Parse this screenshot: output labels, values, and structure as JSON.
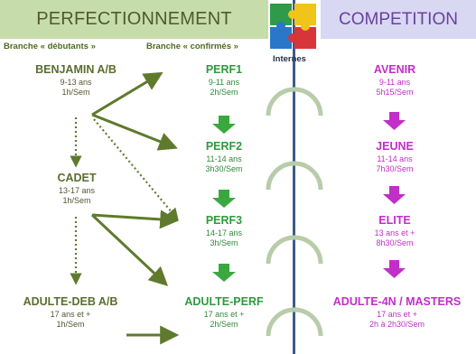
{
  "header": {
    "left_title": "PERFECTIONNEMENT",
    "right_title": "COMPETITION"
  },
  "branches": {
    "beginners": "Branche « débutants »",
    "confirmed": "Branche « confirmés »"
  },
  "logo": {
    "label": "Internes",
    "icon": "puzzle-icon"
  },
  "beginners": [
    {
      "title": "BENJAMIN A/B",
      "age": "9-13 ans",
      "hours": "1h/Sem"
    },
    {
      "title": "CADET",
      "age": "13-17 ans",
      "hours": "1h/Sem"
    },
    {
      "title": "ADULTE-DEB A/B",
      "age": "17 ans et +",
      "hours": "1h/Sem"
    }
  ],
  "confirmed": [
    {
      "title": "PERF1",
      "age": "9-11 ans",
      "hours": "2h/Sem"
    },
    {
      "title": "PERF2",
      "age": "11-14 ans",
      "hours": "3h30/Sem"
    },
    {
      "title": "PERF3",
      "age": "14-17 ans",
      "hours": "3h/Sem"
    },
    {
      "title": "ADULTE-PERF",
      "age": "17 ans et +",
      "hours": "2h/Sem"
    }
  ],
  "competition": [
    {
      "title": "AVENIR",
      "age": "9-11 ans",
      "hours": "5h15/Sem"
    },
    {
      "title": "JEUNE",
      "age": "11-14 ans",
      "hours": "7h30/Sem"
    },
    {
      "title": "ELITE",
      "age": "13 ans et +",
      "hours": "8h30/Sem"
    },
    {
      "title": "ADULTE-4N / MASTERS",
      "age": "17 ans et +",
      "hours": "2h à 2h30/Sem"
    }
  ],
  "colors": {
    "header_left_bg": "#c7dcab",
    "header_right_bg": "#d8d8f2",
    "divider": "#3f5b87",
    "olive_arrow": "#5f7a2d",
    "green_arrow": "#3aa83f",
    "pink_arrow": "#c22ec8",
    "bridge": "#b8ccaa"
  }
}
